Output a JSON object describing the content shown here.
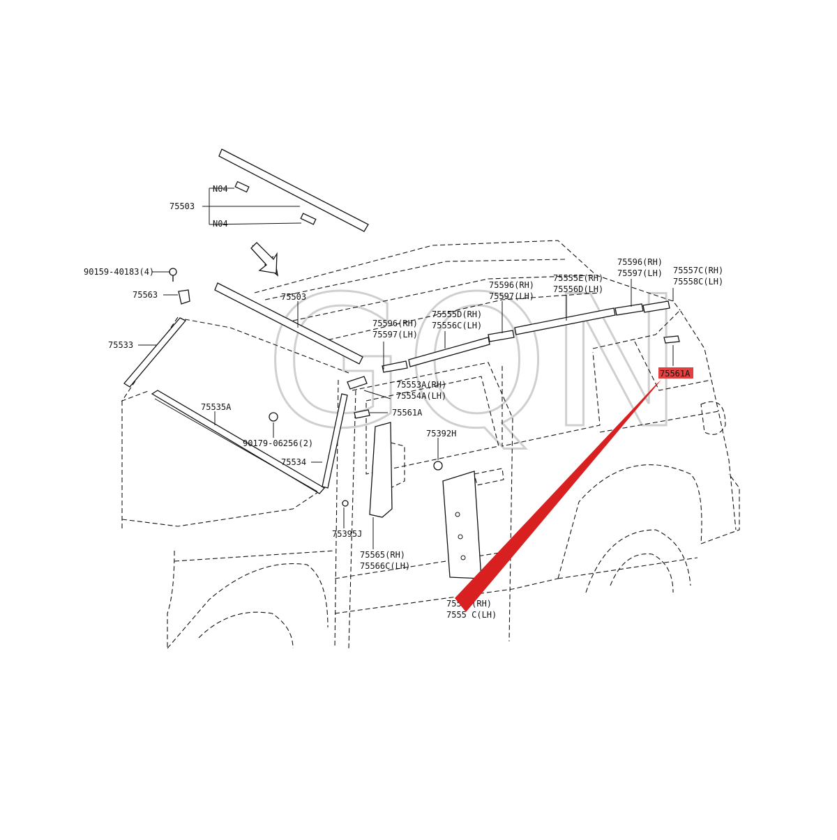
{
  "watermark": "GQN",
  "colors": {
    "highlight": "#d82020",
    "highlight_box": "#e04040",
    "line": "#111111"
  },
  "callouts": [
    {
      "id": "n04-top",
      "text": "N04"
    },
    {
      "id": "n04-bottom",
      "text": "N04"
    },
    {
      "id": "75503-left",
      "text": "75503"
    },
    {
      "id": "90159",
      "text": "90159-40183(4)"
    },
    {
      "id": "75563",
      "text": "75563"
    },
    {
      "id": "75503-mid",
      "text": "75503"
    },
    {
      "id": "75533",
      "text": "75533"
    },
    {
      "id": "75535A",
      "text": "75535A"
    },
    {
      "id": "90179",
      "text": "90179-06256(2)"
    },
    {
      "id": "75534",
      "text": "75534"
    },
    {
      "id": "75596-a",
      "text": "75596(RH)"
    },
    {
      "id": "75597-a",
      "text": "75597(LH)"
    },
    {
      "id": "75555D",
      "text": "75555D(RH)"
    },
    {
      "id": "75556C",
      "text": "75556C(LH)"
    },
    {
      "id": "75596-b",
      "text": "75596(RH)"
    },
    {
      "id": "75597-b",
      "text": "75597(LH)"
    },
    {
      "id": "75555E",
      "text": "75555E(RH)"
    },
    {
      "id": "75556D",
      "text": "75556D(LH)"
    },
    {
      "id": "75596-c",
      "text": "75596(RH)"
    },
    {
      "id": "75597-c",
      "text": "75597(LH)"
    },
    {
      "id": "75557C",
      "text": "75557C(RH)"
    },
    {
      "id": "75558C",
      "text": "75558C(LH)"
    },
    {
      "id": "75553A",
      "text": "75553A(RH)"
    },
    {
      "id": "75554A",
      "text": "75554A(LH)"
    },
    {
      "id": "75561A-mid",
      "text": "75561A"
    },
    {
      "id": "75392H",
      "text": "75392H"
    },
    {
      "id": "75395J",
      "text": "75395J"
    },
    {
      "id": "75565",
      "text": "75565(RH)"
    },
    {
      "id": "75566C",
      "text": "75566C(LH)"
    },
    {
      "id": "7555xC-rh",
      "text": "7555 (RH)"
    },
    {
      "id": "7555xC-lh",
      "text": "7555 C(LH)"
    }
  ],
  "highlight_label": "75561A"
}
